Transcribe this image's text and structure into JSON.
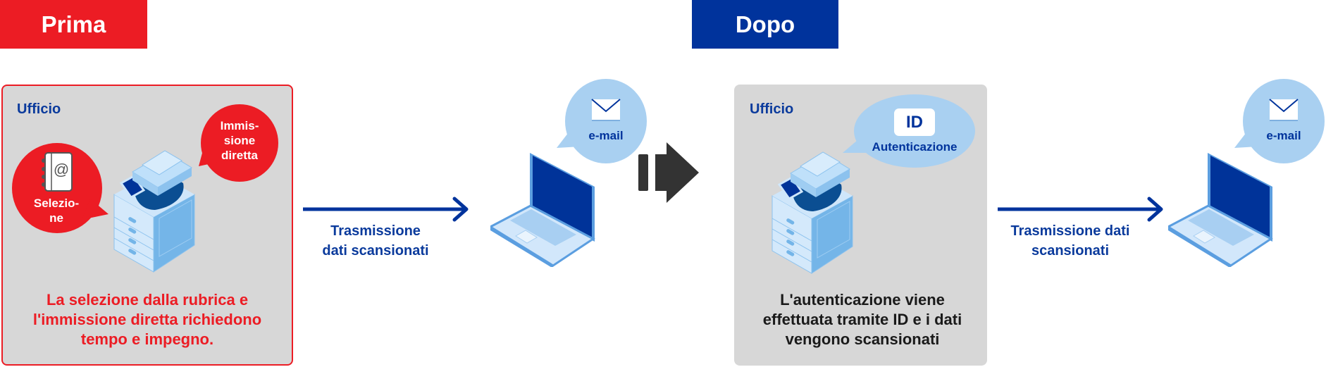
{
  "before": {
    "tag": "Prima",
    "office_label": "Ufficio",
    "bubble_direct_entry": [
      "Immis-",
      "sione",
      "diretta"
    ],
    "bubble_selection": [
      "Selezio-",
      "ne"
    ],
    "addressbook_symbol": "@",
    "description": [
      "La selezione dalla rubrica e",
      "l'immissione diretta richiedono",
      "tempo e impegno."
    ],
    "transfer_label": [
      "Trasmissione",
      "dati scansionati"
    ],
    "email_label": "e-mail"
  },
  "after": {
    "tag": "Dopo",
    "office_label": "Ufficio",
    "id_badge": "ID",
    "auth_label": "Autenticazione",
    "description": [
      "L'autenticazione viene",
      "effettuata tramite ID e i dati",
      "vengono scansionati"
    ],
    "transfer_label": [
      "Trasmissione dati",
      "scansionati"
    ],
    "email_label": "e-mail"
  },
  "colors": {
    "red": "#ec1c24",
    "navy": "#00339c",
    "light_blue": "#a9d0f1",
    "gray": "#d7d7d7",
    "dark_arrow": "#333333"
  }
}
